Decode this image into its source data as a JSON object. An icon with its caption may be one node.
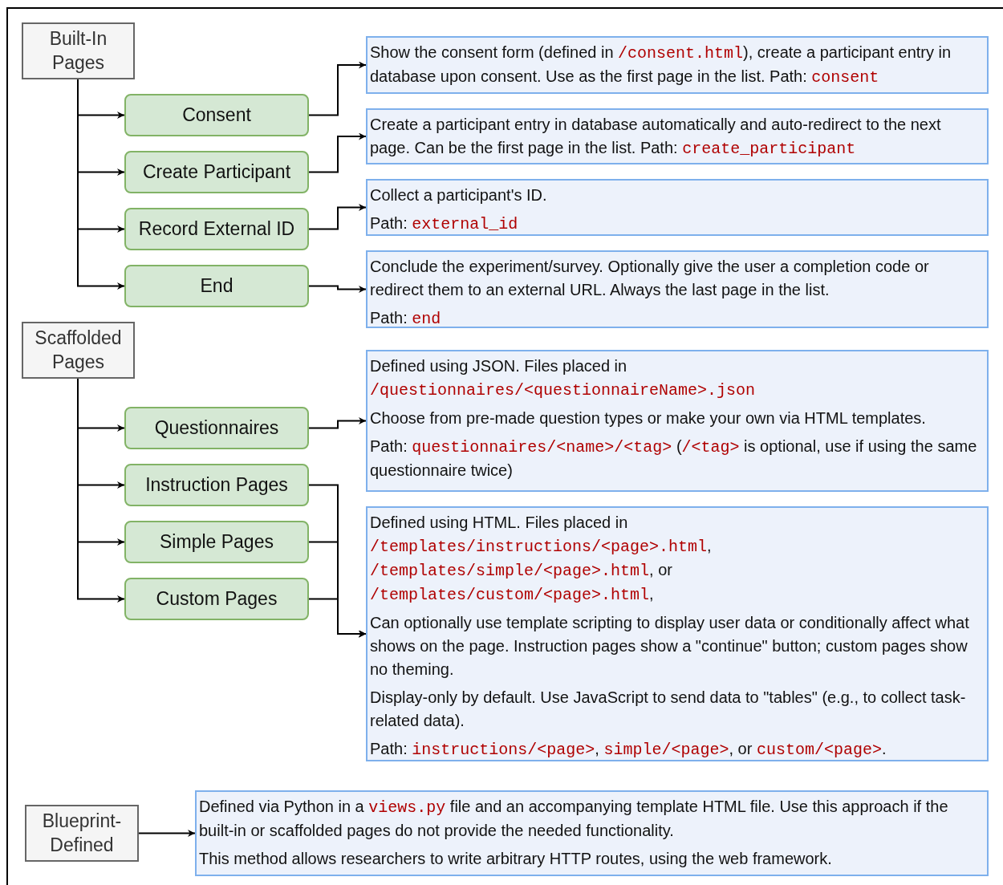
{
  "diagram": {
    "nodes": [
      {
        "text": [
          "Built-In Pages"
        ]
      },
      {
        "text": [
          "Consent"
        ]
      },
      {
        "text": [
          "Create Participant"
        ]
      },
      {
        "text": [
          "Record External ID"
        ]
      },
      {
        "text": [
          "End"
        ]
      },
      {
        "text": [
          "Scaffolded Pages"
        ]
      },
      {
        "text": [
          "Questionnaires"
        ]
      },
      {
        "text": [
          "Instruction Pages"
        ]
      },
      {
        "text": [
          "Simple Pages"
        ]
      },
      {
        "text": [
          "Custom Pages"
        ]
      },
      {
        "text": [
          "Blueprint-Defined"
        ]
      },
      {
        "text": [
          "Show the consent form (defined in */consent.html*), create a participant entry in database upon consent. Use as the first page in the list. Path: *consent*"
        ]
      },
      {
        "text": [
          "Create a participant entry in database automatically and auto-redirect to the next page. Can be the first page in the list. Path: *create_participant*"
        ]
      },
      {
        "text": [
          "Collect a participant's ID.",
          "Path: *external_id*"
        ]
      },
      {
        "text": [
          "Conclude the experiment/survey. Optionally give the user a completion code or redirect them to an external URL. Always the last page in the list.",
          "Path: *end*"
        ]
      },
      {
        "text": [
          "Defined using JSON. Files placed in */questionnaires/<questionnaireName>.json*",
          "Choose from pre-made question types or make your own via HTML templates.",
          "Path: *questionnaires/<name>/<tag>* (*/<tag>* is optional, use if using the same questionnaire twice)"
        ]
      },
      {
        "text": [
          "Defined using HTML. Files placed in */templates/instructions/<page>.html*, */templates/simple/<page>.html*, or */templates/custom/<page>.html*,",
          "Can optionally use template scripting to display user data or conditionally affect what shows on the page. Instruction pages show a \"continue\" button; custom pages show no theming.",
          "Display-only by default. Use JavaScript to send data to \"tables\" (e.g., to collect task-related data).",
          "Path: *instructions/<page>*, *simple/<page>*, or *custom/<page>*."
        ]
      },
      {
        "text": [
          "Defined via Python in a *views.py* file and an accompanying template HTML file. Use this approach if the built-in or scaffolded pages do not provide the needed functionality.",
          "This method allows researchers to write arbitrary HTTP routes, using the web framework."
        ]
      }
    ],
    "edges": [
      {
        "from": 0,
        "to": 1,
        "arrow": "to"
      },
      {
        "from": 0,
        "to": 2,
        "arrow": "to"
      },
      {
        "from": 0,
        "to": 3,
        "arrow": "to"
      },
      {
        "from": 0,
        "to": 4,
        "arrow": "to"
      },
      {
        "from": 1,
        "to": 11,
        "arrow": "to"
      },
      {
        "from": 2,
        "to": 12,
        "arrow": "to"
      },
      {
        "from": 3,
        "to": 13,
        "arrow": "to"
      },
      {
        "from": 4,
        "to": 14,
        "arrow": "to"
      },
      {
        "from": 5,
        "to": 6,
        "arrow": "to"
      },
      {
        "from": 5,
        "to": 7,
        "arrow": "to"
      },
      {
        "from": 5,
        "to": 8,
        "arrow": "to"
      },
      {
        "from": 5,
        "to": 9,
        "arrow": "to"
      },
      {
        "from": 6,
        "to": 15,
        "arrow": "to"
      },
      {
        "from": 7,
        "to": 16,
        "arrow": "to"
      },
      {
        "from": 8,
        "to": 16,
        "arrow": "to"
      },
      {
        "from": 9,
        "to": 16,
        "arrow": "to"
      },
      {
        "from": 10,
        "to": 17,
        "arrow": "to"
      }
    ]
  }
}
